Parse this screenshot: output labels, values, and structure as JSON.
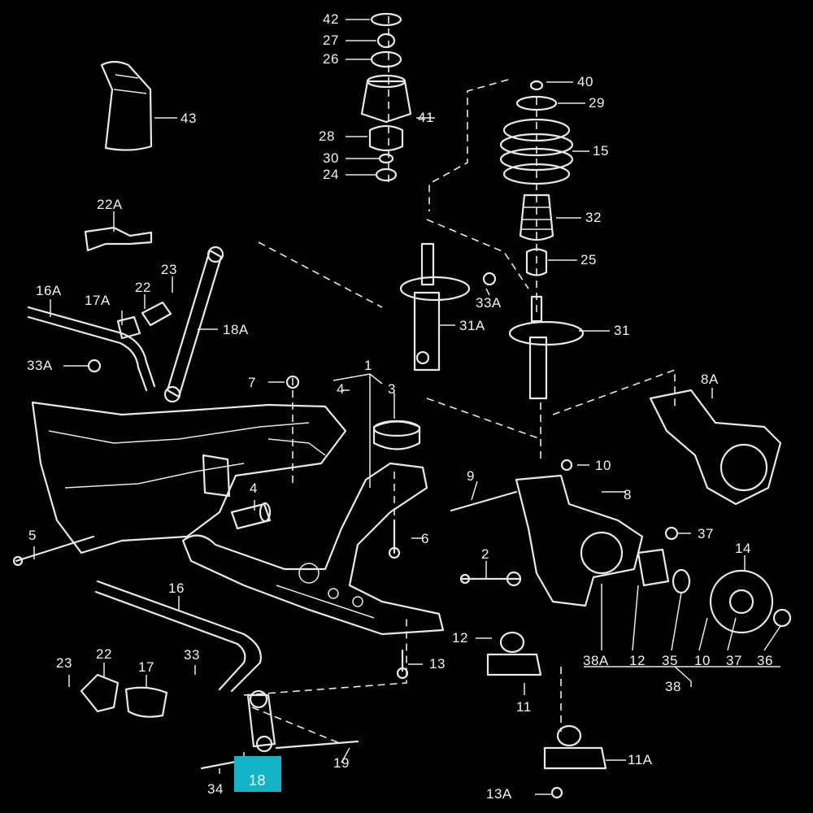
{
  "callouts": {
    "c42": "42",
    "c27": "27",
    "c26": "26",
    "c41": "41",
    "c28": "28",
    "c30": "30",
    "c24": "24",
    "c43": "43",
    "c40": "40",
    "c29": "29",
    "c15": "15",
    "c32": "32",
    "c25": "25",
    "c22A": "22A",
    "c23a": "23",
    "c16A": "16A",
    "c22a": "22",
    "c17A": "17A",
    "c18A": "18A",
    "c33Aa": "33A",
    "c33Ab": "33A",
    "c31A": "31A",
    "c31": "31",
    "c1": "1",
    "c7": "7",
    "c4a": "4",
    "c3": "3",
    "c8A": "8A",
    "c10a": "10",
    "c9": "9",
    "c8": "8",
    "c4b": "4",
    "c37a": "37",
    "c5": "5",
    "c6": "6",
    "c14": "14",
    "c2": "2",
    "c16": "16",
    "c12a": "12",
    "c13": "13",
    "c38A": "38A",
    "c12b": "12",
    "c35": "35",
    "c10b": "10",
    "c37b": "37",
    "c36": "36",
    "c38": "38",
    "c33": "33",
    "c23b": "23",
    "c22b": "22",
    "c17": "17",
    "c11": "11",
    "c19": "19",
    "c11A": "11A",
    "c34": "34",
    "c18": "18",
    "c13A": "13A"
  },
  "highlight": {
    "label": "18",
    "color": "#14b4c8"
  }
}
